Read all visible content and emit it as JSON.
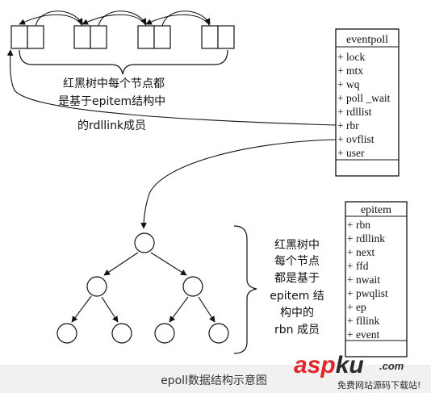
{
  "eventpoll": {
    "title": "eventpoll",
    "fields": [
      "+ lock",
      "+ mtx",
      "+ wq",
      "+ poll _wait",
      "+ rdllist",
      "+ rbr",
      "+ ovflist",
      "+ user"
    ]
  },
  "epitem": {
    "title": "epitem",
    "fields": [
      "+ rbn",
      "+ rdllink",
      "+ next",
      "+ ffd",
      "+ nwait",
      "+ pwqlist",
      "+ ep",
      "+ fllink",
      "+ event"
    ]
  },
  "list_note": {
    "lines": [
      "红黑树中每个节点都",
      "是基于epitem结构中",
      "的rdllink成员"
    ]
  },
  "tree_note": {
    "lines": [
      "红黑树中",
      "每个节点",
      "都是基于",
      "epitem 结",
      "构中的",
      "rbn 成员"
    ]
  },
  "caption": "epoll数据结构示意图",
  "watermark": {
    "brand_part1": "asp",
    "brand_part2": "ku",
    "brand_tld": ".com",
    "tagline": "免费网站源码下载站!"
  },
  "colors": {
    "ink": "#111111",
    "caption_band": "#f1f1f1",
    "watermark_red": "#e0262b",
    "watermark_dark": "#2a2a2a"
  }
}
